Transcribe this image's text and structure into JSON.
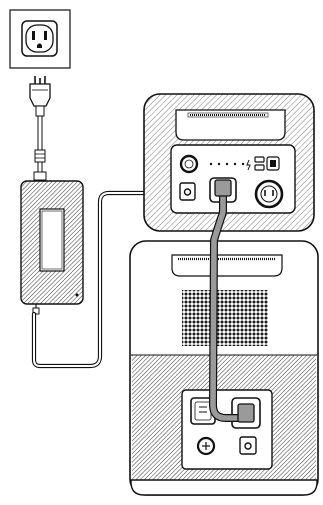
{
  "figure": {
    "type": "line-art installation diagram",
    "components": [
      {
        "name": "wall-outlet",
        "icon": "outlet-icon"
      },
      {
        "name": "ac-plug",
        "icon": "plug-icon"
      },
      {
        "name": "ac-adapter",
        "icon": "power-brick-icon"
      },
      {
        "name": "power-station",
        "icon": "power-station-icon"
      },
      {
        "name": "expansion-battery",
        "icon": "battery-pack-icon"
      },
      {
        "name": "expansion-cable",
        "icon": "cable-icon"
      }
    ],
    "colors": {
      "line": "#111111",
      "fill": "#ffffff",
      "hatch": "#222222",
      "cable": "#9a9a9a",
      "grille": "#1a1a1a"
    }
  }
}
